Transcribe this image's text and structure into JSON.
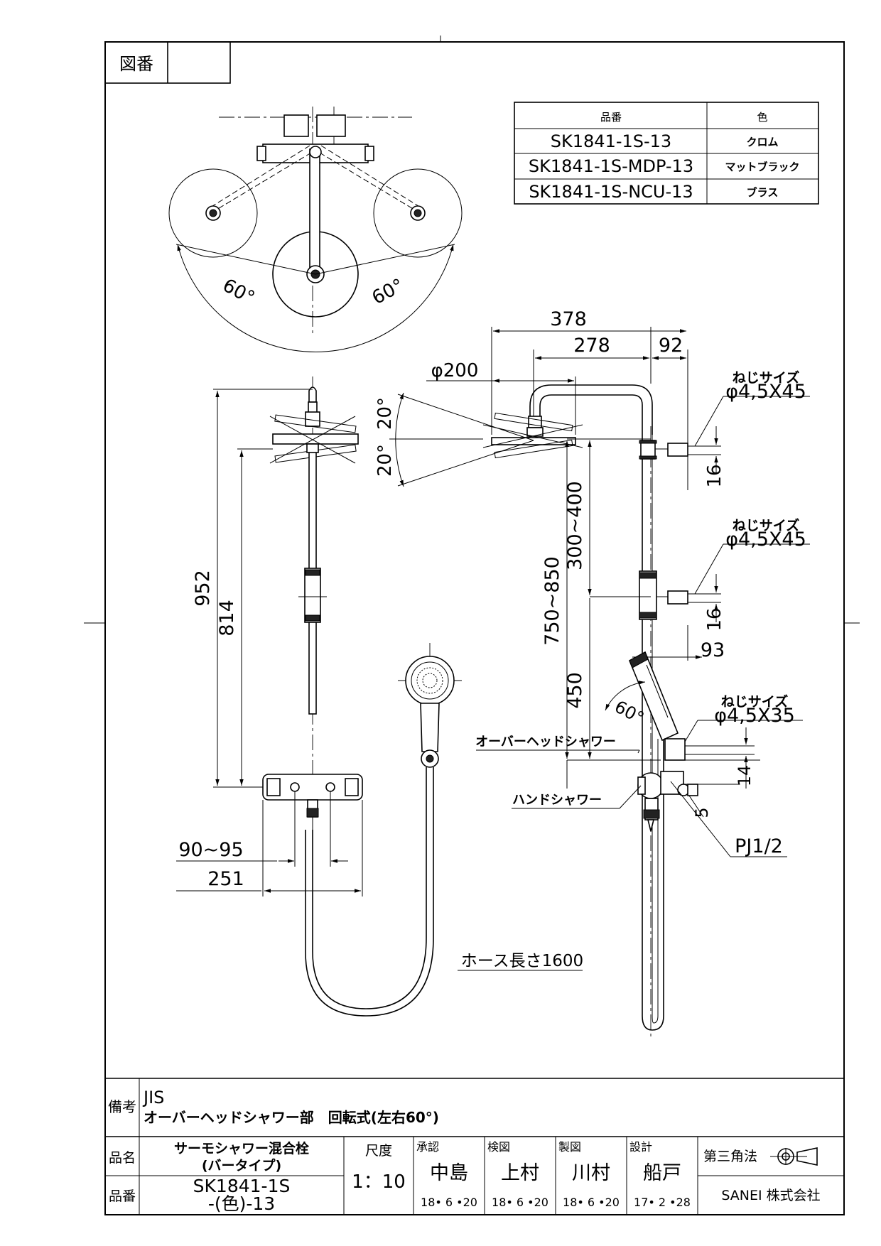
{
  "header": {
    "drawing_no_label": "図番",
    "drawing_no_value": ""
  },
  "variants_table": {
    "headers": [
      "品番",
      "色"
    ],
    "rows": [
      {
        "part_no": "SK1841-1S-13",
        "color": "クロム"
      },
      {
        "part_no": "SK1841-1S-MDP-13",
        "color": "マットブラック"
      },
      {
        "part_no": "SK1841-1S-NCU-13",
        "color": "ブラス"
      }
    ]
  },
  "top_view": {
    "angle_left": "60°",
    "angle_right": "60°"
  },
  "front_view": {
    "dim_total_height": "952",
    "dim_height": "814",
    "dim_pitch": "90~95",
    "dim_width": "251"
  },
  "side_view": {
    "dim_reach": "378",
    "dim_arm": "278",
    "dim_offset": "92",
    "dim_head_dia": "φ200",
    "angle_up": "20°",
    "angle_down": "20°",
    "dim_height_range": "750~850",
    "dim_adjust": "300~400",
    "dim_450": "450",
    "dim_93": "93",
    "angle_hand": "60°",
    "screw1_label": "ねじサイズ",
    "screw1_size": "φ4,5X45",
    "screw1_dim": "16",
    "screw2_label": "ねじサイズ",
    "screw2_size": "φ4,5X45",
    "screw2_dim": "16",
    "screw3_label": "ねじサイズ",
    "screw3_size": "φ4,5X35",
    "screw3_dim": "14",
    "dim_5": "5",
    "overhead_label": "オーバーヘッドシャワー",
    "hand_label": "ハンドシャワー",
    "pipe_label": "PJ1/2",
    "hose_label": "ホース長さ1600"
  },
  "notes": {
    "label": "備考",
    "line1": "JIS",
    "line2": "オーバーヘッドシャワー部　回転式(左右60°)"
  },
  "title_block": {
    "name_label": "品名",
    "name_line1": "サーモシャワー混合栓",
    "name_line2": "(バータイプ)",
    "number_label": "品番",
    "number_line1": "SK1841-1S",
    "number_line2": "-(色)-13",
    "scale_label": "尺度",
    "scale_value": "1：10",
    "approved_label": "承認",
    "approved_name": "中島",
    "approved_date": "18• 6 •20",
    "checked_label": "検図",
    "checked_name": "上村",
    "checked_date": "18• 6 •20",
    "drawn_label": "製図",
    "drawn_name": "川村",
    "drawn_date": "18• 6 •20",
    "design_label": "設計",
    "design_name": "船戸",
    "design_date": "17• 2 •28",
    "projection_label": "第三角法",
    "company": "SANEI 株式会社"
  }
}
